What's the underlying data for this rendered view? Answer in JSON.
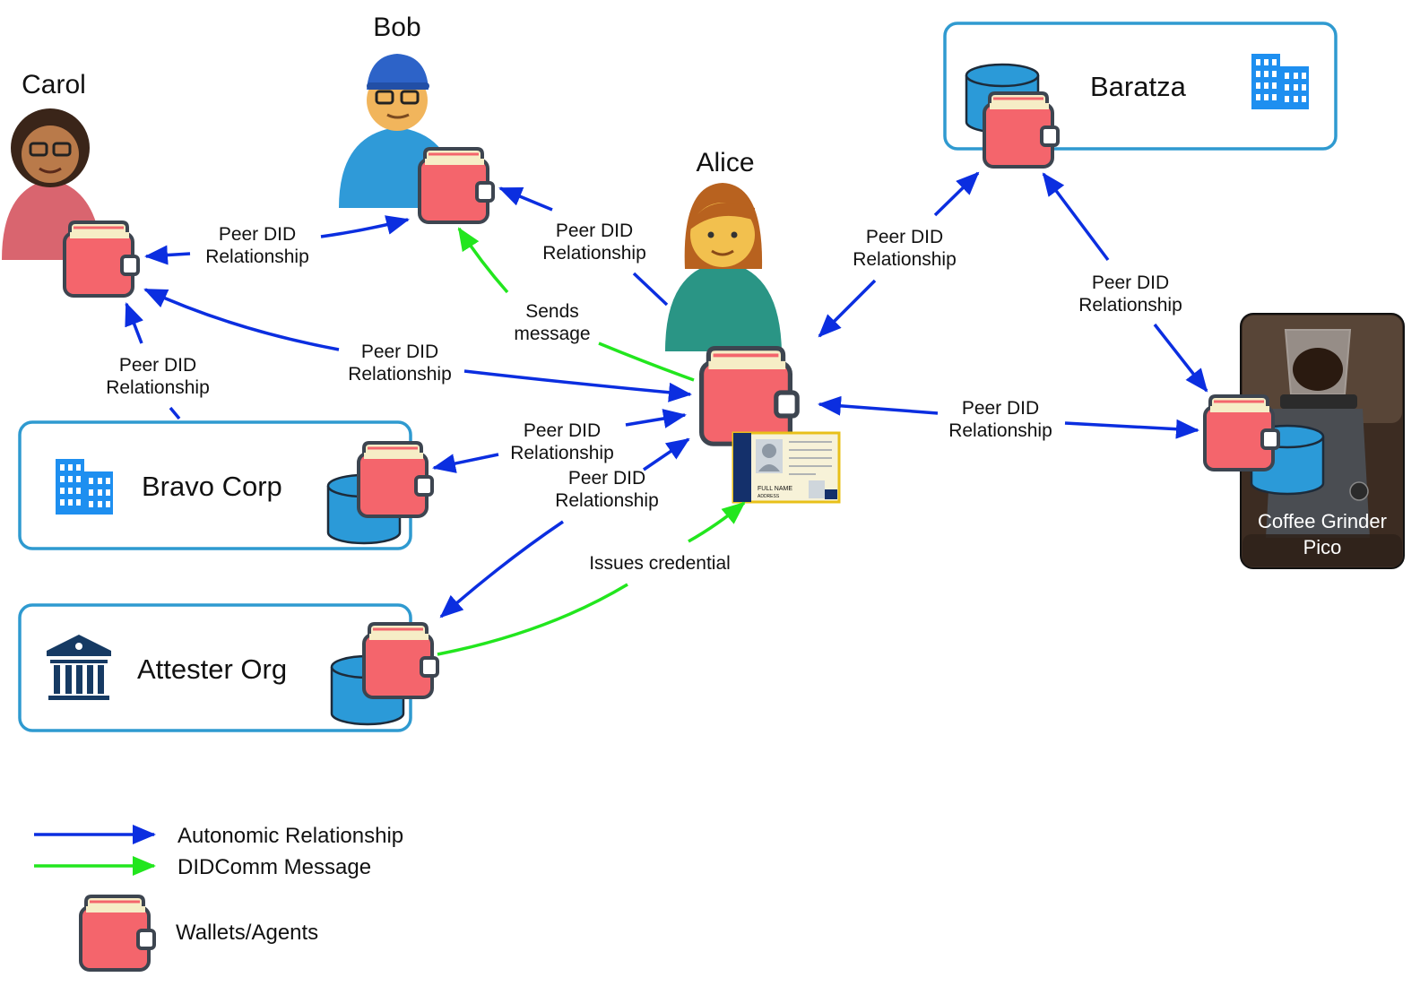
{
  "people": {
    "carol": {
      "name": "Carol"
    },
    "bob": {
      "name": "Bob"
    },
    "alice": {
      "name": "Alice"
    }
  },
  "orgs": {
    "baratza": {
      "name": "Baratza"
    },
    "bravo": {
      "name": "Bravo Corp"
    },
    "attester": {
      "name": "Attester Org"
    }
  },
  "device": {
    "line1": "Coffee Grinder",
    "line2": "Pico"
  },
  "credential": {
    "name_field": "FULL NAME",
    "address_field": "ADDRESS"
  },
  "edges": {
    "carol_bob": [
      "Peer DID",
      "Relationship"
    ],
    "carol_alice": [
      "Peer DID",
      "Relationship"
    ],
    "carol_bravo": [
      "Peer DID",
      "Relationship"
    ],
    "alice_bob": [
      "Peer DID",
      "Relationship"
    ],
    "alice_baratza": [
      "Peer DID",
      "Relationship"
    ],
    "baratza_pico": [
      "Peer DID",
      "Relationship"
    ],
    "alice_pico": [
      "Peer DID",
      "Relationship"
    ],
    "alice_bravo": [
      "Peer DID",
      "Relationship"
    ],
    "alice_attester": [
      "Peer DID",
      "Relationship"
    ],
    "sends_message": [
      "Sends",
      "message"
    ],
    "issues_credential": [
      "Issues credential"
    ]
  },
  "legend": {
    "autonomic": "Autonomic Relationship",
    "didcomm": "DIDComm Message",
    "wallets": "Wallets/Agents"
  },
  "colors": {
    "autonomic_arrow": "#0b2ee0",
    "didcomm_arrow": "#22e61e",
    "box_border": "#2f9ad0",
    "wallet_red": "#f4656c",
    "wallet_outline": "#3d4550",
    "database_blue": "#2b9ad8",
    "building_blue": "#1e8ff0",
    "bank_navy": "#163a63"
  },
  "icons": {
    "wallet": "wallet-icon",
    "database": "database-icon",
    "office": "office-building-icon",
    "bank": "bank-icon",
    "credential": "driver-license-icon",
    "grinder": "coffee-grinder-photo"
  }
}
